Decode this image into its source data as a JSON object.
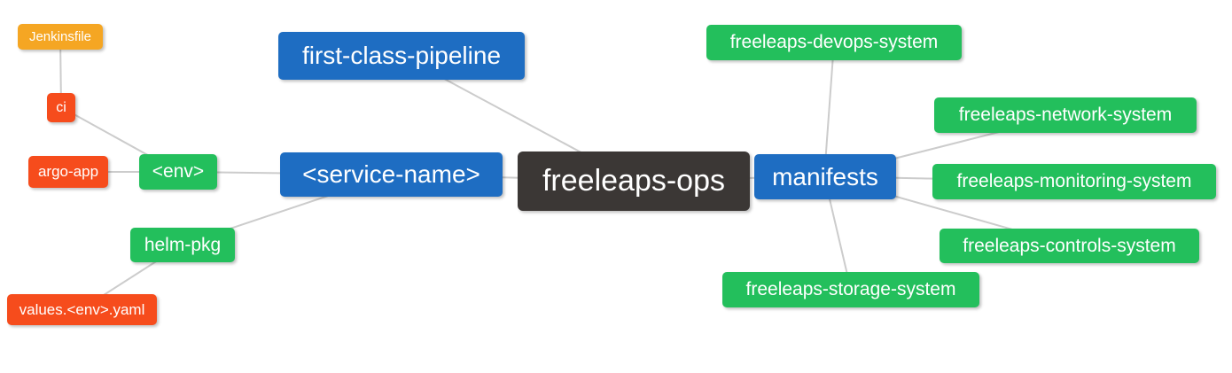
{
  "diagram": {
    "type": "mindmap",
    "root_label": "freeleaps-ops",
    "palette": {
      "root_dark": "#3b3735",
      "branch_blue": "#1e6dc2",
      "leaf_green": "#23bf5c",
      "leaf_amber": "#f5a623",
      "leaf_red": "#f64c1c",
      "edge_gray": "#cccccc",
      "node_text": "#ffffff",
      "background": "#ffffff"
    },
    "nodes": {
      "jenkinsfile": {
        "label": "Jenkinsfile",
        "color_key": "leaf_amber"
      },
      "ci": {
        "label": "ci",
        "color_key": "leaf_red"
      },
      "argo_app": {
        "label": "argo-app",
        "color_key": "leaf_red"
      },
      "env": {
        "label": "<env>",
        "color_key": "leaf_green"
      },
      "helm_pkg": {
        "label": "helm-pkg",
        "color_key": "leaf_green"
      },
      "values_env_yaml": {
        "label": "values.<env>.yaml",
        "color_key": "leaf_red"
      },
      "first_class_pipeline": {
        "label": "first-class-pipeline",
        "color_key": "branch_blue"
      },
      "service_name": {
        "label": "<service-name>",
        "color_key": "branch_blue"
      },
      "freeleaps_ops": {
        "label": "freeleaps-ops",
        "color_key": "root_dark"
      },
      "manifests": {
        "label": "manifests",
        "color_key": "branch_blue"
      },
      "devops_system": {
        "label": "freeleaps-devops-system",
        "color_key": "leaf_green"
      },
      "network_system": {
        "label": "freeleaps-network-system",
        "color_key": "leaf_green"
      },
      "monitoring_system": {
        "label": "freeleaps-monitoring-system",
        "color_key": "leaf_green"
      },
      "controls_system": {
        "label": "freeleaps-controls-system",
        "color_key": "leaf_green"
      },
      "storage_system": {
        "label": "freeleaps-storage-system",
        "color_key": "leaf_green"
      }
    },
    "edges": [
      [
        "jenkinsfile",
        "ci"
      ],
      [
        "ci",
        "env"
      ],
      [
        "argo_app",
        "env"
      ],
      [
        "env",
        "service_name"
      ],
      [
        "values_env_yaml",
        "helm_pkg"
      ],
      [
        "helm_pkg",
        "service_name"
      ],
      [
        "first_class_pipeline",
        "freeleaps_ops"
      ],
      [
        "service_name",
        "freeleaps_ops"
      ],
      [
        "freeleaps_ops",
        "manifests"
      ],
      [
        "manifests",
        "devops_system"
      ],
      [
        "manifests",
        "network_system"
      ],
      [
        "manifests",
        "monitoring_system"
      ],
      [
        "manifests",
        "controls_system"
      ],
      [
        "manifests",
        "storage_system"
      ]
    ]
  }
}
